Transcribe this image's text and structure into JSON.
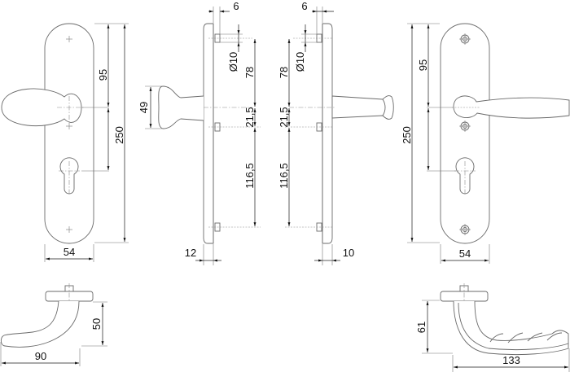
{
  "drawing": {
    "type": "technical-drawing",
    "subject": "door handle set on long back plates",
    "views": {
      "knob_front": {
        "height_overall": "250",
        "spindle_to_top": "95",
        "plate_width": "54"
      },
      "knob_side": {
        "knob_diameter": "49",
        "plate_thickness": "12",
        "stud_offset": "6",
        "stud_diameter": "Ø10",
        "top_stud_to_spindle": "78",
        "spindle_to_mid_stud": "21,5",
        "mid_stud_to_bottom_stud": "116,5"
      },
      "lever_side": {
        "plate_thickness": "10",
        "stud_offset": "6",
        "stud_diameter": "Ø10",
        "top_stud_to_spindle": "78",
        "spindle_to_mid_stud": "21,5",
        "mid_stud_to_bottom_stud": "116,5"
      },
      "lever_front": {
        "height_overall": "250",
        "spindle_to_top": "95",
        "plate_width": "54"
      },
      "lever_plan_left": {
        "projection": "90",
        "height": "50"
      },
      "lever_plan_right": {
        "projection": "133",
        "height": "61"
      }
    },
    "colors": {
      "background": "#ffffff",
      "outline": "#6a6a6a",
      "dimension": "#1a1a1a"
    }
  }
}
